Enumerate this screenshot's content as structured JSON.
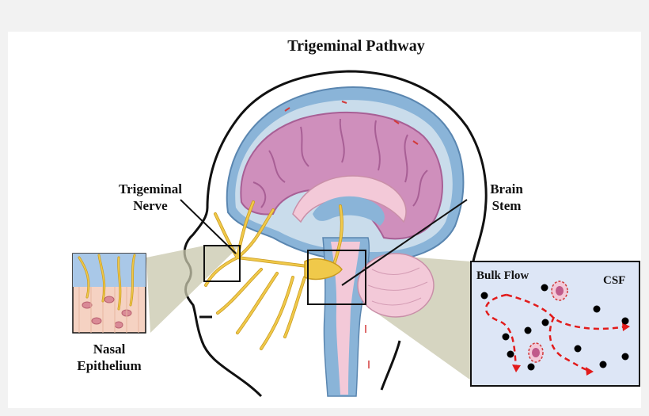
{
  "title": "Trigeminal Pathway",
  "labels": {
    "trigeminal_nerve": [
      "Trigeminal",
      "Nerve"
    ],
    "brain_stem": [
      "Brain",
      "Stem"
    ],
    "nasal_epithelium": [
      "Nasal",
      "Epithelium"
    ],
    "bulk_flow": "Bulk Flow",
    "csf": "CSF"
  },
  "colors": {
    "background": "#f2f2f2",
    "panel": "#ffffff",
    "outline": "#111111",
    "skull_blue": "#8ab4d8",
    "meninges_light": "#c9dceb",
    "cortex": "#cf8fbc",
    "cortex_dark": "#a85f95",
    "pink_tissue": "#f3c9d8",
    "nerve": "#f0c94a",
    "nerve_dark": "#c99a1e",
    "csf_box": "#dde6f6",
    "flow_arrow": "#e21b1b",
    "connector": "#c8c7ac",
    "epithelium": "#f5d2c2"
  },
  "icons": [
    "black-dot-icon",
    "red-dashed-arrow-icon",
    "pink-cell-icon"
  ]
}
